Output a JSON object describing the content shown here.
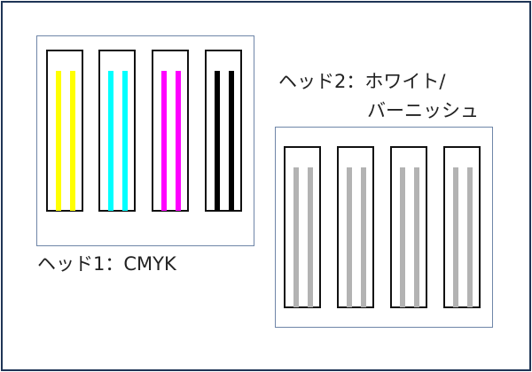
{
  "heads": [
    {
      "label_lines": [
        "ヘッド1：CMYK"
      ],
      "cartridges": [
        {
          "stripe_color": "#ffff00"
        },
        {
          "stripe_color": "#00ffff"
        },
        {
          "stripe_color": "#ff00ff"
        },
        {
          "stripe_color": "#000000"
        }
      ]
    },
    {
      "label_lines": [
        "ヘッド2：ホワイト/",
        "バーニッシュ"
      ],
      "cartridges": [
        {
          "stripe_color": "#b3b3b3"
        },
        {
          "stripe_color": "#b3b3b3"
        },
        {
          "stripe_color": "#b3b3b3"
        },
        {
          "stripe_color": "#b3b3b3"
        }
      ]
    }
  ]
}
